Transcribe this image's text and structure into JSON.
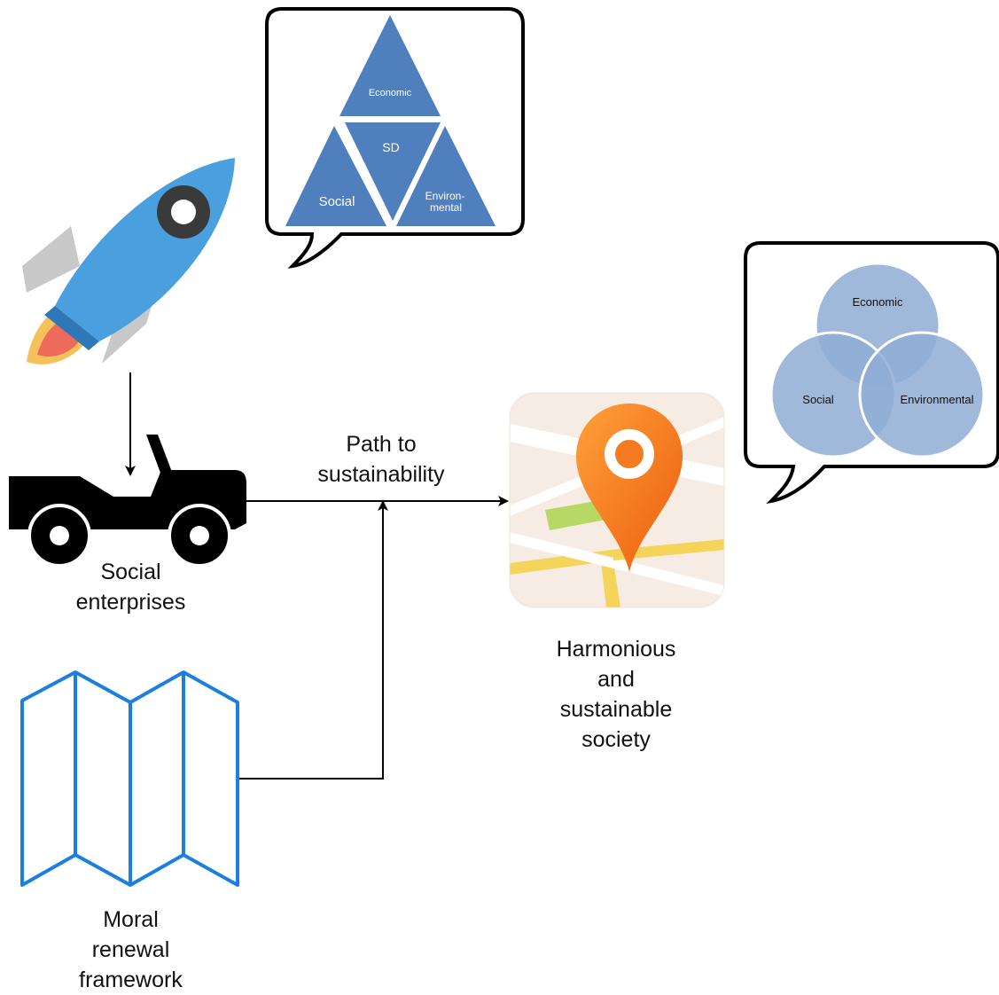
{
  "triangle_callout": {
    "top": "Economic",
    "center": "SD",
    "left": "Social",
    "right_line1": "Environ-",
    "right_line2": "mental"
  },
  "venn_callout": {
    "top": "Economic",
    "left": "Social",
    "right": "Environmental"
  },
  "labels": {
    "social_enterprises": [
      "Social",
      "enterprises"
    ],
    "path": [
      "Path to",
      "sustainability"
    ],
    "harmonious": [
      "Harmonious",
      "and",
      "sustainable",
      "society"
    ],
    "moral": [
      "Moral",
      "renewal",
      "framework"
    ]
  },
  "colors": {
    "triangle_fill": "#4f7fbd",
    "venn_fill": "#8fadd5",
    "rocket_body": "#4a9fdf",
    "pin_orange": "#f47b20",
    "map_blue": "#1b7fe0"
  },
  "icons": [
    "rocket-icon",
    "jeep-icon",
    "map-pin-icon",
    "folded-map-icon"
  ]
}
